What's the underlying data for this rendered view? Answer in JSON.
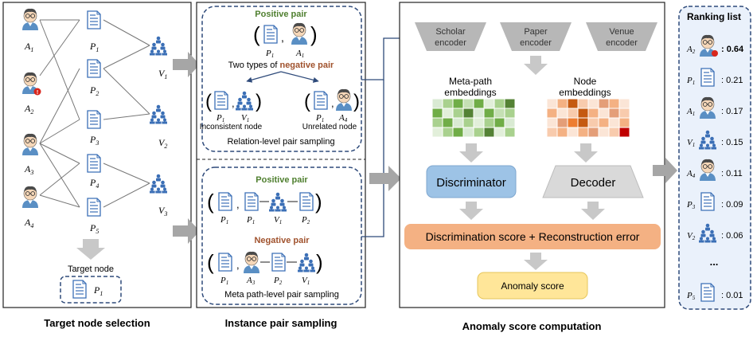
{
  "colors": {
    "accent_brown": "#a0522d",
    "accent_green": "#4f7f2f",
    "heading_blue": "#1f3864",
    "dashed_blue": "#2e4a7a",
    "gray_arrow": "#b3b3b3",
    "discriminator_fill": "#9dc3e6",
    "decoder_fill": "#d9d9d9",
    "score_fill": "#f4b183",
    "anomaly_fill": "#ffe699",
    "ranking_bg": "#eaf1fb"
  },
  "panel1": {
    "caption": "Target node selection",
    "scholars": [
      "A",
      "A",
      "A",
      "A"
    ],
    "scholar_subs": [
      "1",
      "2",
      "3",
      "4"
    ],
    "papers": [
      "P",
      "P",
      "P",
      "P",
      "P"
    ],
    "paper_subs": [
      "1",
      "2",
      "3",
      "4",
      "5"
    ],
    "venues": [
      "V",
      "V",
      "V"
    ],
    "venue_subs": [
      "1",
      "2",
      "3"
    ],
    "target_label": "Target node",
    "target_node": "P",
    "target_sub": "1"
  },
  "panel2": {
    "caption": "Instance pair sampling",
    "relation": {
      "positive_title": "Positive pair",
      "negative_title_prefix": "Two types of ",
      "negative_title_accent": "negative pair",
      "inconsistent_label": "Inconsistent node",
      "unrelated_label": "Unrelated node",
      "box_caption": "Relation-level pair sampling",
      "sym_P": "P",
      "sym_A": "A",
      "sym_V": "V",
      "sub_1": "1",
      "sub_4": "4"
    },
    "metapath": {
      "positive_title": "Positive pair",
      "negative_title": "Negative pair",
      "box_caption": "Meta path-level pair sampling",
      "sym_P": "P",
      "sym_A": "A",
      "sym_V": "V",
      "sub_1": "1",
      "sub_2": "2",
      "sub_3": "3"
    }
  },
  "panel3": {
    "caption": "Anomaly score computation",
    "encoders": [
      "Scholar\nencoder",
      "Paper\nencoder",
      "Venue\nencoder"
    ],
    "encoder_lines": [
      [
        "Scholar",
        "encoder"
      ],
      [
        "Paper",
        "encoder"
      ],
      [
        "Venue",
        "encoder"
      ]
    ],
    "metapath_emb_lines": [
      "Meta-path",
      "embeddings"
    ],
    "node_emb_lines": [
      "Node",
      "embeddings"
    ],
    "discriminator": "Discriminator",
    "decoder": "Decoder",
    "score_box": "Discrimination score + Reconstruction error",
    "anomaly_box": "Anomaly score",
    "mp_grid_colors": [
      [
        "#d9ead3",
        "#a9d18e",
        "#70ad47",
        "#c5e0b4",
        "#70ad47",
        "#e2efda",
        "#a9d18e",
        "#548235"
      ],
      [
        "#70ad47",
        "#e2efda",
        "#a9d18e",
        "#548235",
        "#d9ead3",
        "#70ad47",
        "#c5e0b4",
        "#a9d18e"
      ],
      [
        "#a9d18e",
        "#70ad47",
        "#d9ead3",
        "#a9d18e",
        "#e2efda",
        "#a9d18e",
        "#70ad47",
        "#d9ead3"
      ],
      [
        "#e2efda",
        "#a9d18e",
        "#70ad47",
        "#d9ead3",
        "#a9d18e",
        "#548235",
        "#e2efda",
        "#a9d18e"
      ]
    ],
    "node_grid_colors": [
      [
        "#fbe5d6",
        "#f4b183",
        "#c55a11",
        "#f8cbad",
        "#fbe5d6",
        "#e49e78",
        "#f4b183",
        "#fbe5d6"
      ],
      [
        "#f4b183",
        "#fbe5d6",
        "#f8cbad",
        "#c55a11",
        "#f4b183",
        "#fbe5d6",
        "#e49e78",
        "#f8cbad"
      ],
      [
        "#fbe5d6",
        "#e49e78",
        "#ed7d31",
        "#c55a11",
        "#f8cbad",
        "#f4b183",
        "#fbe5d6",
        "#f4b183"
      ],
      [
        "#f8cbad",
        "#f4b183",
        "#fbe5d6",
        "#f4b183",
        "#e49e78",
        "#fbe5d6",
        "#f8cbad",
        "#c00000"
      ]
    ]
  },
  "ranking": {
    "title": "Ranking list",
    "items": [
      {
        "sym": "A",
        "sub": "2",
        "icon": "scholar-anomaly",
        "score": ": 0.64",
        "bold": true
      },
      {
        "sym": "P",
        "sub": "1",
        "icon": "paper",
        "score": ": 0.21",
        "bold": false
      },
      {
        "sym": "A",
        "sub": "1",
        "icon": "scholar",
        "score": ": 0.17",
        "bold": false
      },
      {
        "sym": "V",
        "sub": "1",
        "icon": "venue",
        "score": ": 0.15",
        "bold": false
      },
      {
        "sym": "A",
        "sub": "4",
        "icon": "scholar",
        "score": ": 0.11",
        "bold": false
      },
      {
        "sym": "P",
        "sub": "3",
        "icon": "paper",
        "score": ": 0.09",
        "bold": false
      },
      {
        "sym": "V",
        "sub": "2",
        "icon": "venue",
        "score": ": 0.06",
        "bold": false
      }
    ],
    "ellipsis": "...",
    "last_item": {
      "sym": "P",
      "sub": "5",
      "icon": "paper",
      "score": ": 0.01",
      "bold": false
    }
  }
}
